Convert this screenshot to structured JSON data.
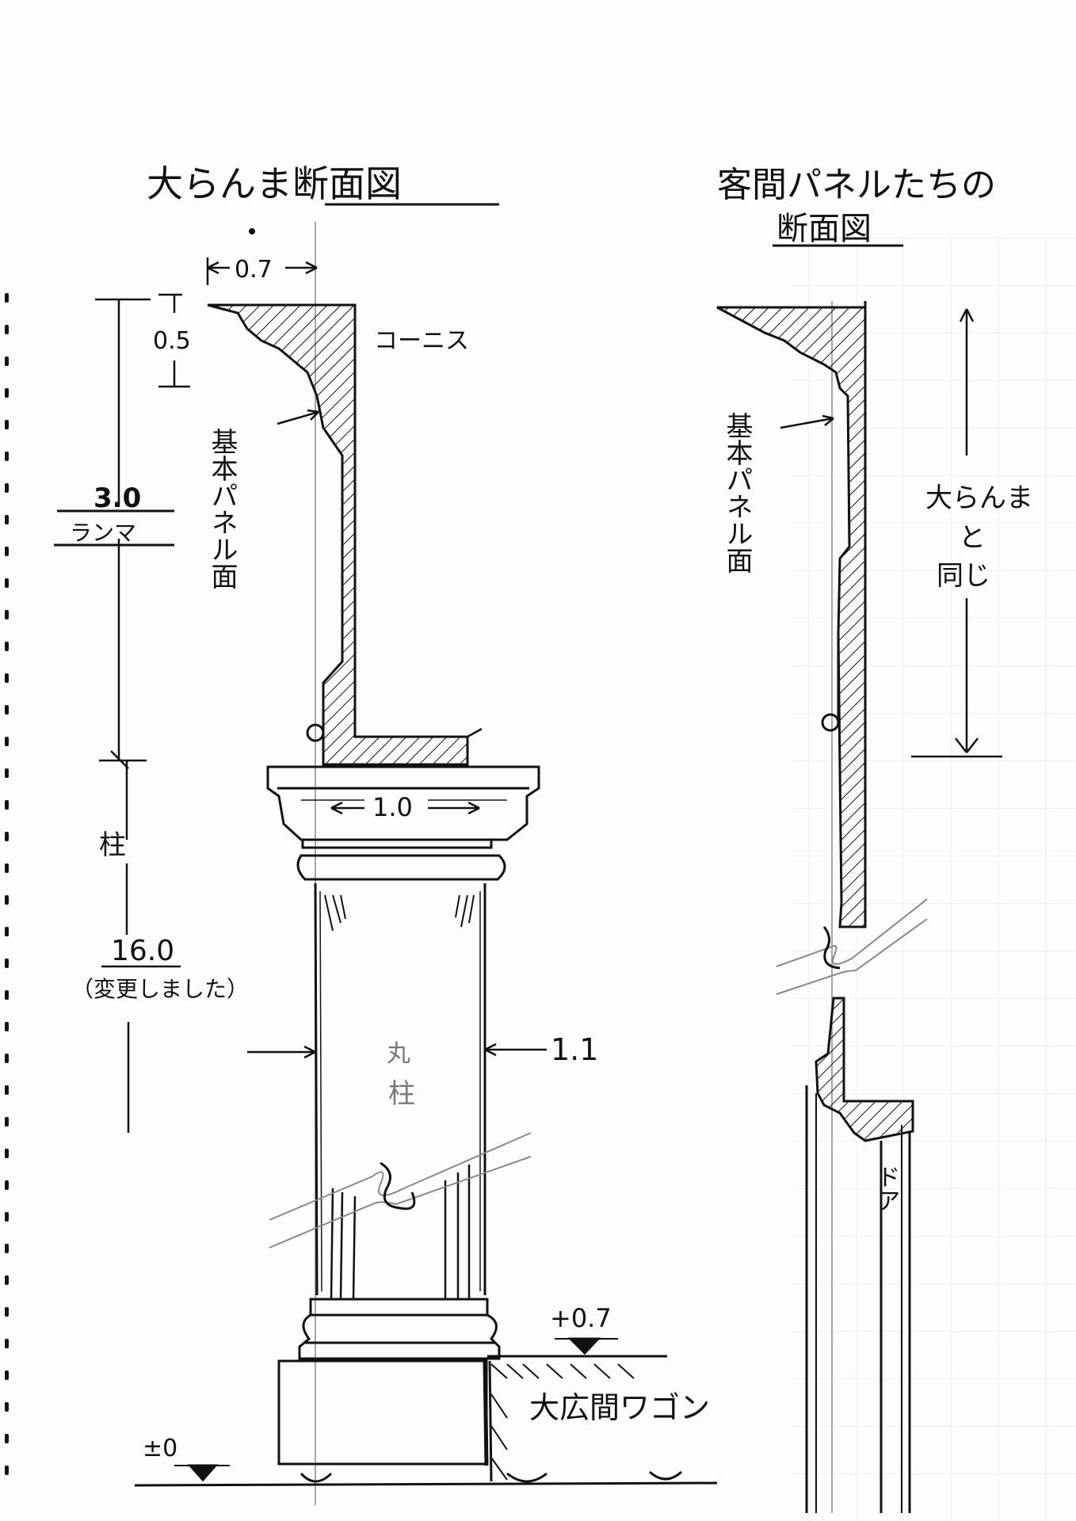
{
  "left_title": "大らんま断面図",
  "right_title_line1": "客間パネルたちの",
  "right_title_line2": "断面図",
  "dims": {
    "top_width": "0.7",
    "top_height": "0.5",
    "ranma_value": "3.0",
    "ranma_label": "ランマ",
    "pillar_label": "柱",
    "pillar_value": "16.0",
    "pillar_note": "（変更しました）",
    "capital_width": "1.0",
    "column_width": "1.1",
    "floor_level": "+0.7",
    "ground_level": "±0"
  },
  "labels": {
    "cornice": "コーニス",
    "base_panel_left": "基本パネル面",
    "base_panel_right": "基本パネル面",
    "round_column_1": "丸",
    "round_column_2": "柱",
    "same_as_1": "大らんま",
    "same_as_2": "と",
    "same_as_3": "同じ",
    "door": "ドア",
    "wagon": "大広間ワゴン"
  },
  "colors": {
    "ink": "#111111",
    "grid": "#d6d6d6",
    "pencil": "#777777"
  }
}
